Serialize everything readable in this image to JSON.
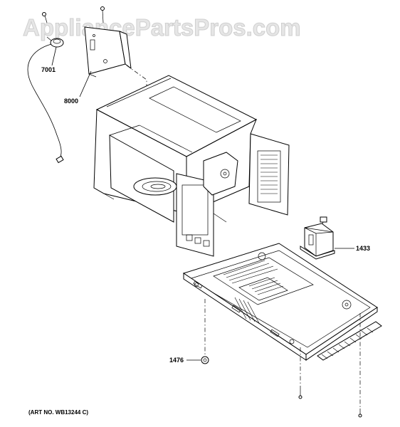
{
  "watermark": "AppliancePartsPros.com",
  "callouts": {
    "p7001": "7001",
    "p8000": "8000",
    "p1433": "1433",
    "p1476": "1476"
  },
  "art_number": "(ART NO. WB13244 C)"
}
